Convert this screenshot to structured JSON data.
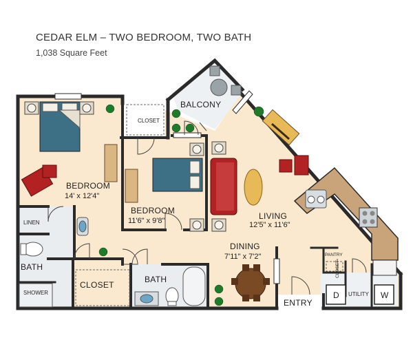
{
  "header": {
    "title": "CEDAR ELM – TWO BEDROOM, TWO BATH",
    "subtitle": "1,038 Square Feet"
  },
  "rooms": {
    "balcony": "BALCONY",
    "closet_bed2": "CLOSET",
    "bedroom1": {
      "name": "BEDROOM",
      "dims": "14' x 12'4\""
    },
    "bedroom2": {
      "name": "BEDROOM",
      "dims": "11'6\" x 9'8\""
    },
    "living": {
      "name": "LIVING",
      "dims": "12'5\" x 11'6\""
    },
    "dining": {
      "name": "DINING",
      "dims": "7'11\" x 7'2\""
    },
    "linen": "LINEN",
    "bath1": "BATH",
    "bath2": "BATH",
    "closet_bed1": "CLOSET",
    "shower": "SHOWER",
    "entry": "ENTRY",
    "pantry": "PANTRY",
    "closet_small": "CLOSET",
    "utility": "UTILITY",
    "dryer": "D",
    "washer": "W"
  },
  "colors": {
    "wall": "#2a2a2a",
    "floor": "#fbe9cf",
    "tile": "#e8ecef",
    "bed": "#3d6f85",
    "sofa": "#b22222",
    "wood": "#7a4a25",
    "counter": "#c9a47a",
    "plant": "#1f7a2a"
  }
}
